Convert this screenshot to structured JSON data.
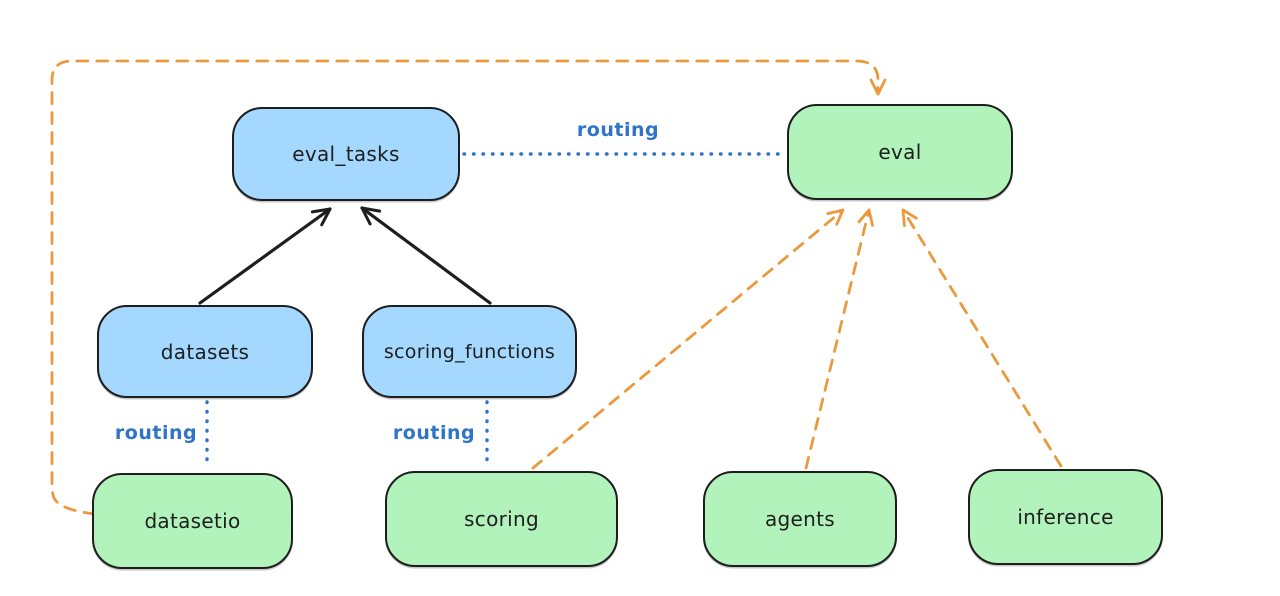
{
  "diagram": {
    "nodes": {
      "eval_tasks": {
        "label": "eval_tasks",
        "fill": "#a5d8ff"
      },
      "eval": {
        "label": "eval",
        "fill": "#b2f2bb"
      },
      "datasets": {
        "label": "datasets",
        "fill": "#a5d8ff"
      },
      "scoring_functions": {
        "label": "scoring_functions",
        "fill": "#a5d8ff"
      },
      "datasetio": {
        "label": "datasetio",
        "fill": "#b2f2bb"
      },
      "scoring": {
        "label": "scoring",
        "fill": "#b2f2bb"
      },
      "agents": {
        "label": "agents",
        "fill": "#b2f2bb"
      },
      "inference": {
        "label": "inference",
        "fill": "#b2f2bb"
      }
    },
    "edges": [
      {
        "from": "datasets",
        "to": "eval_tasks",
        "style": "solid-arrow",
        "color": "#1e1e1e",
        "label": ""
      },
      {
        "from": "scoring_functions",
        "to": "eval_tasks",
        "style": "solid-arrow",
        "color": "#1e1e1e",
        "label": ""
      },
      {
        "from": "eval_tasks",
        "to": "eval",
        "style": "dotted",
        "color": "#2e74c8",
        "label": "routing"
      },
      {
        "from": "datasets",
        "to": "datasetio",
        "style": "dotted",
        "color": "#2e74c8",
        "label": "routing"
      },
      {
        "from": "scoring_functions",
        "to": "scoring",
        "style": "dotted",
        "color": "#2e74c8",
        "label": "routing"
      },
      {
        "from": "datasetio",
        "to": "eval",
        "style": "dashed-arrow",
        "color": "#ea9a3e",
        "label": ""
      },
      {
        "from": "scoring",
        "to": "eval",
        "style": "dashed-arrow",
        "color": "#ea9a3e",
        "label": ""
      },
      {
        "from": "agents",
        "to": "eval",
        "style": "dashed-arrow",
        "color": "#ea9a3e",
        "label": ""
      },
      {
        "from": "inference",
        "to": "eval",
        "style": "dashed-arrow",
        "color": "#ea9a3e",
        "label": ""
      }
    ],
    "colors": {
      "node_blue_fill": "#a5d8ff",
      "node_green_fill": "#b2f2bb",
      "stroke": "#1e1e1e",
      "routing_blue": "#2e74c8",
      "dashed_orange": "#ea9a3e",
      "background": "#ffffff"
    }
  }
}
